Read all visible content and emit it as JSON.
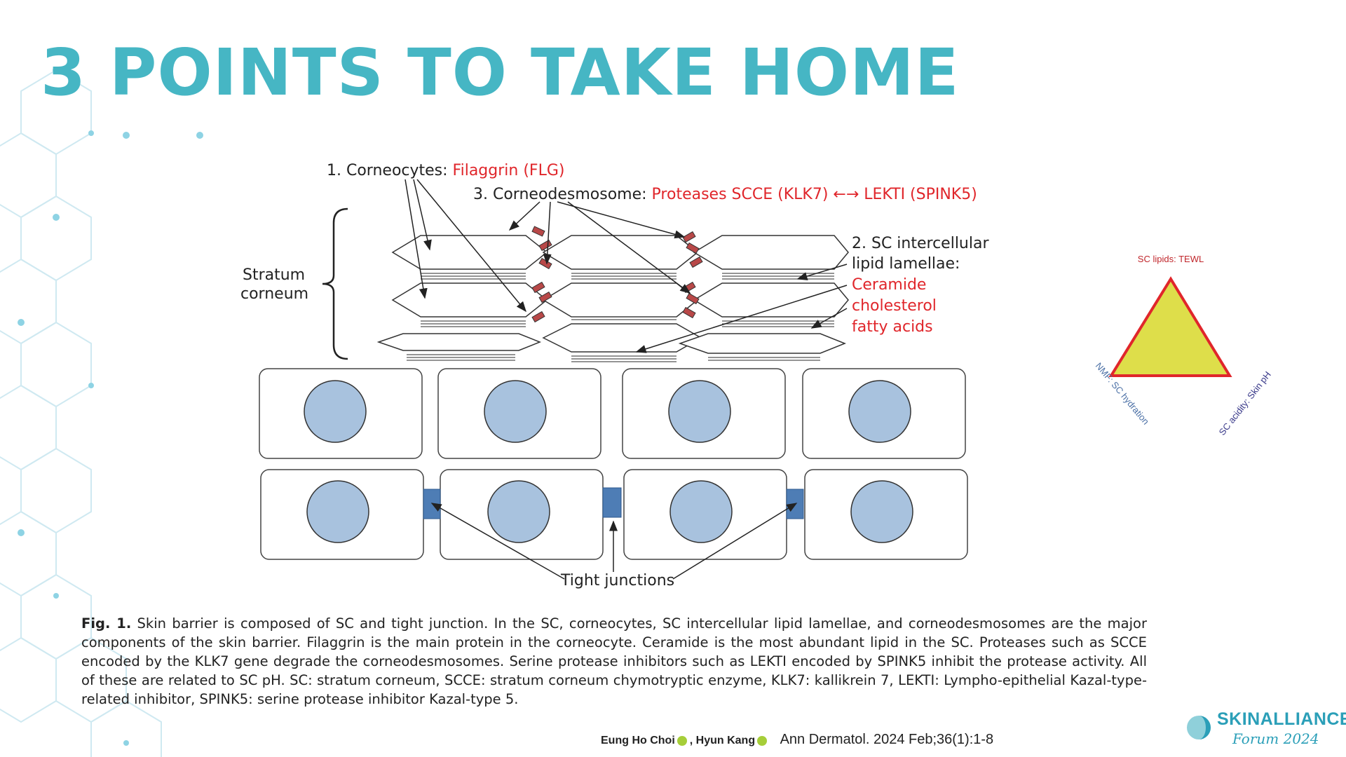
{
  "title": "3 POINTS TO TAKE HOME",
  "diagram": {
    "label_corneocytes_prefix": "1. Corneocytes: ",
    "label_corneocytes_red": "Filaggrin (FLG)",
    "label_corneodesmosome_prefix": "3. Corneodesmosome: ",
    "label_corneodesmosome_red": "Proteases SCCE (KLK7) ←→ LEKTI (SPINK5)",
    "label_lamellae_line1": "2. SC intercellular",
    "label_lamellae_line2": "lipid lamellae:",
    "label_ceramide": "Ceramide",
    "label_cholesterol": "cholesterol",
    "label_fatty_acids": "fatty acids",
    "label_stratum": "Stratum",
    "label_corneum": "corneum",
    "label_tight_junctions": "Tight junctions"
  },
  "caption": {
    "fig_label": "Fig. 1.",
    "text": " Skin barrier is composed of SC and tight junction. In the SC, corneocytes, SC intercellular lipid lamellae, and corneodesmosomes are the major components of the skin barrier. Filaggrin is the main protein in the corneocyte. Ceramide is the most abundant lipid in the SC. Proteases such as SCCE encoded by the KLK7 gene degrade the corneodesmosomes. Serine protease inhibitors such as LEKTI encoded by SPINK5 inhibit the protease activity. All of these are related to SC pH. SC: stratum corneum, SCCE: stratum corneum chymotryptic enzyme, KLK7: kallikrein 7, LEKTI: Lympho-epithelial Kazal-type-related inhibitor, SPINK5: serine protease inhibitor Kazal-type 5."
  },
  "citation": {
    "author1": "Eung Ho Choi",
    "author_sep": ", ",
    "author2": "Hyun Kang",
    "journal": "Ann Dermatol. 2024 Feb;36(1):1-8"
  },
  "triangle": {
    "top_label": "SC lipids: TEWL",
    "left_label": "NMF: SC hydration",
    "right_label": "SC acidity: Skin pH",
    "fill_color": "#dede4a",
    "stroke_color": "#e0262b"
  },
  "logo": {
    "name": "SKINALLIANCE",
    "sub": "Forum 2024"
  },
  "colors": {
    "title_teal": "#46b6c4",
    "red_label": "#e0262b",
    "nucleus_fill": "#a8c2de",
    "junction_fill": "#4e7db5",
    "desmosome_fill": "#b84848"
  }
}
